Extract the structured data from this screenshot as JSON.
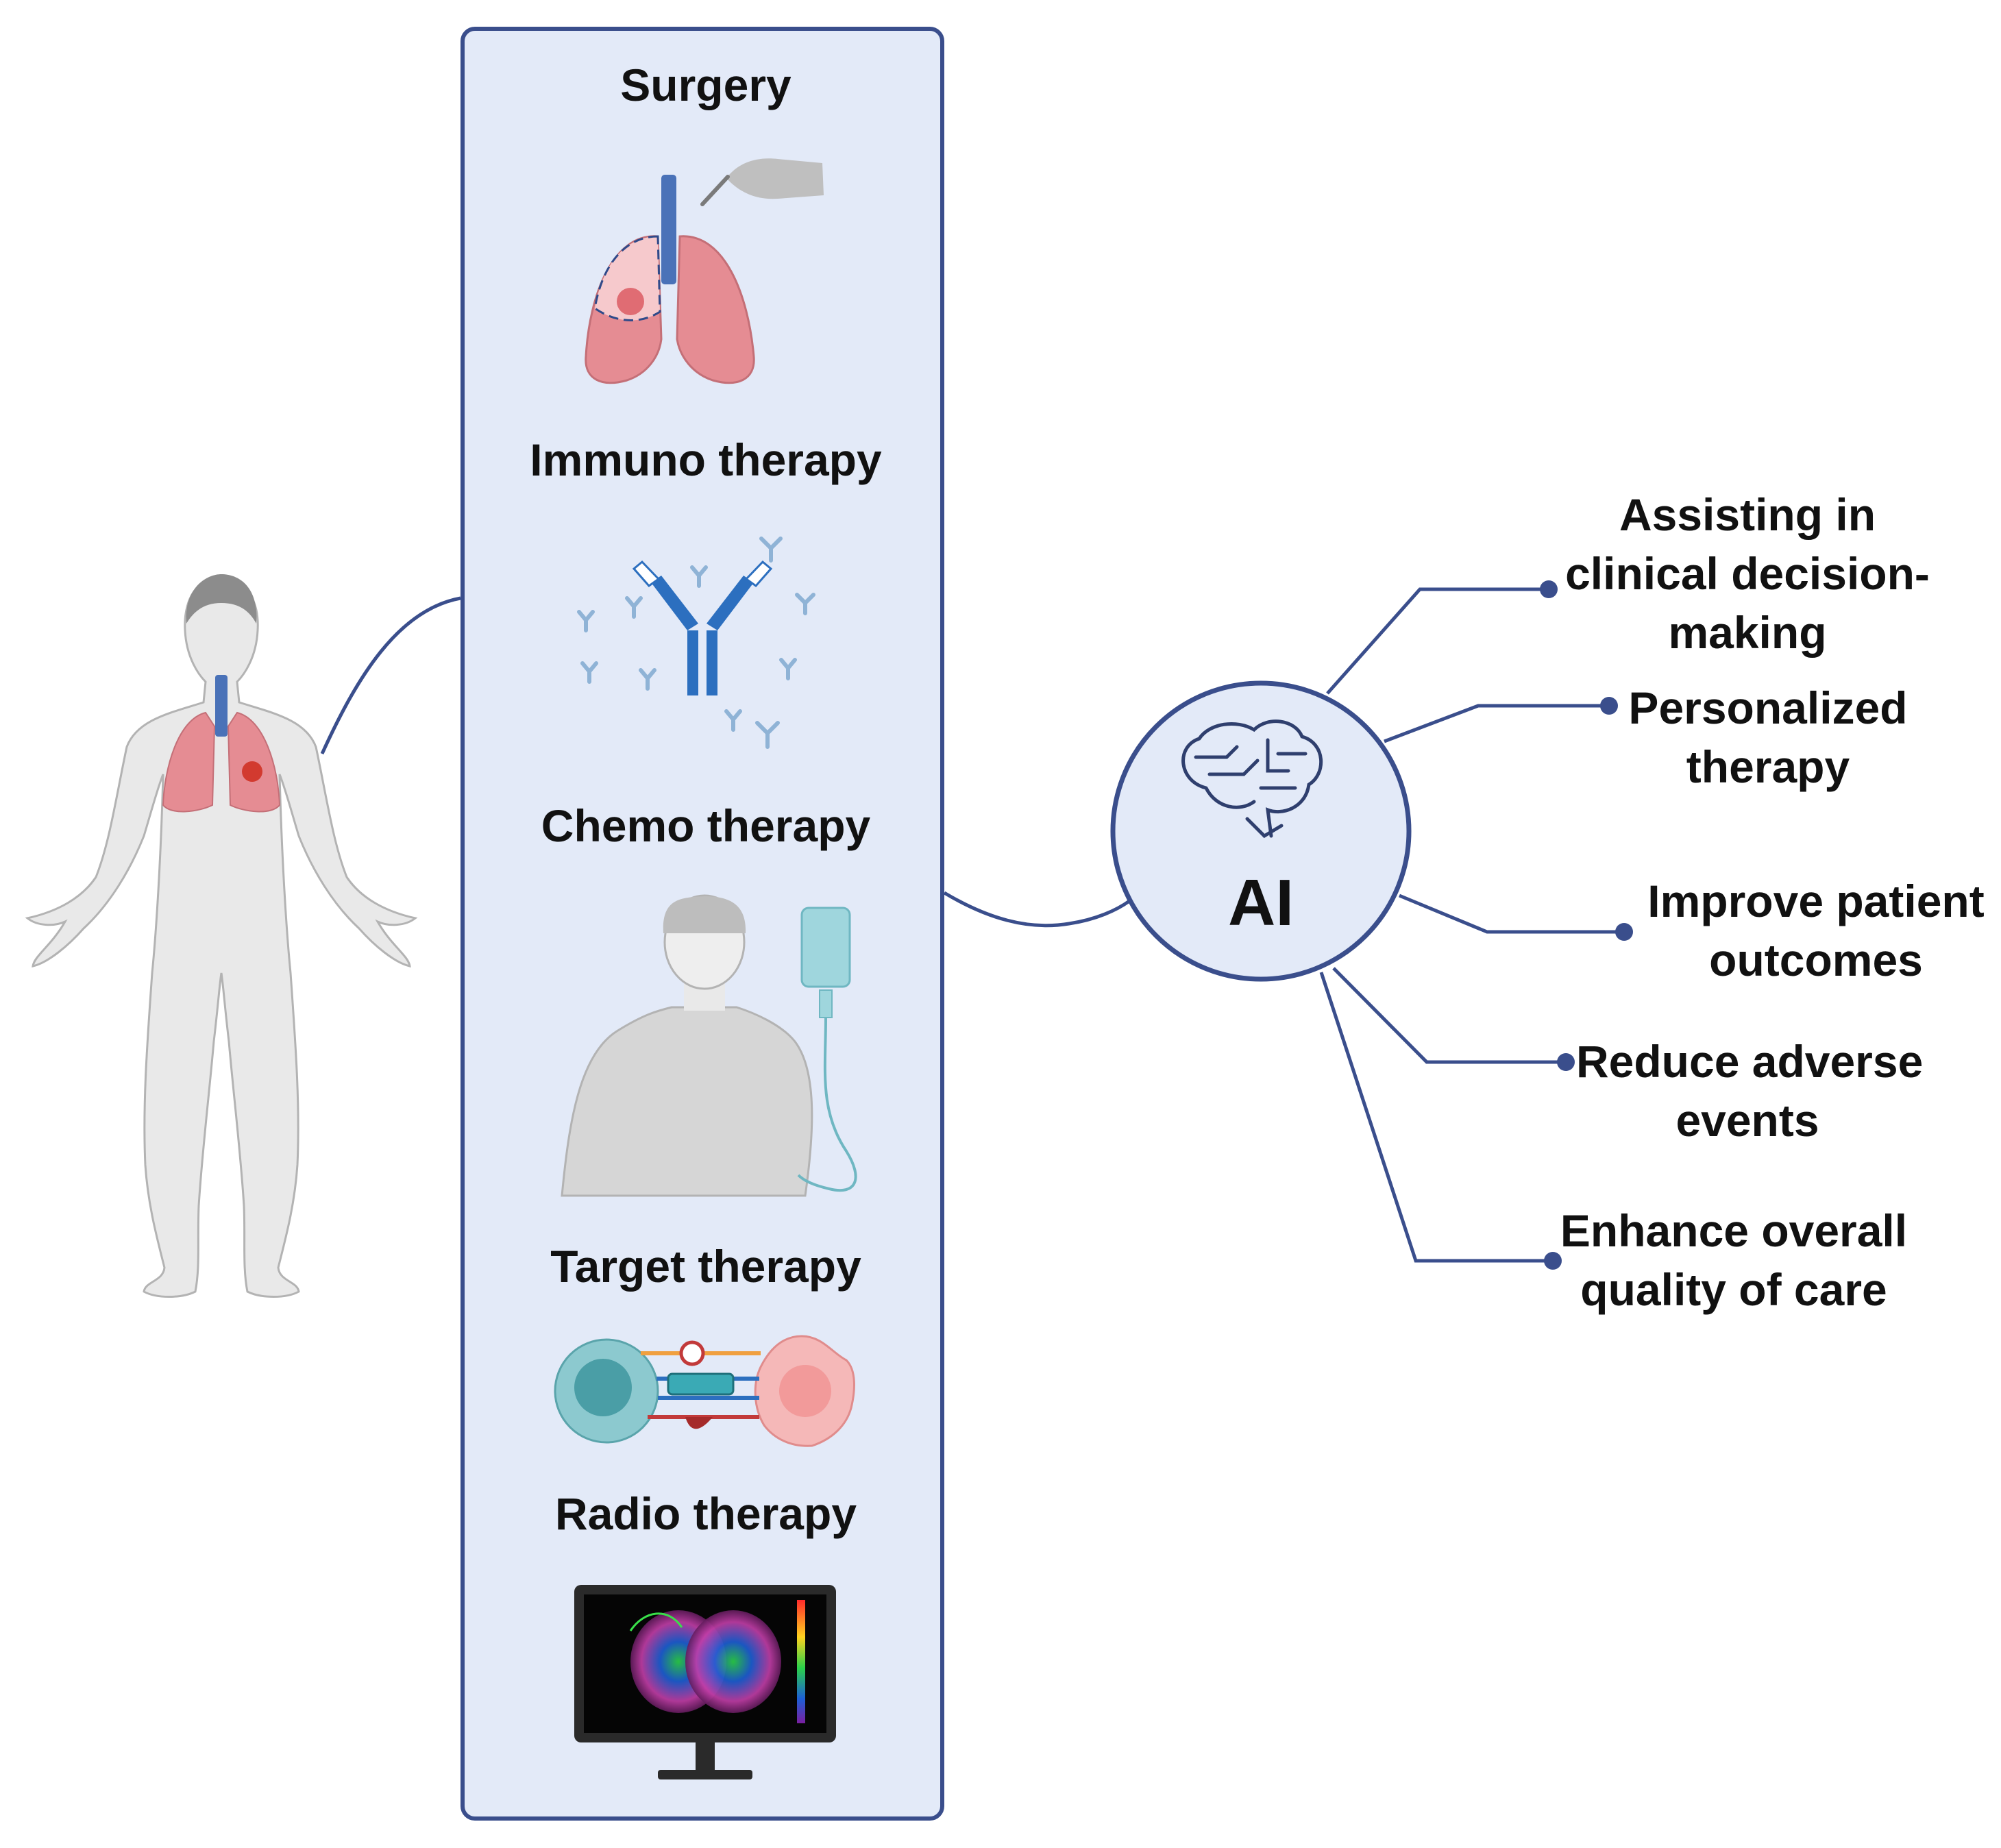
{
  "therapies": {
    "surgery": "Surgery",
    "immuno": "Immuno therapy",
    "chemo": "Chemo therapy",
    "target": "Target therapy",
    "radio": "Radio therapy"
  },
  "ai": {
    "label": "AI"
  },
  "benefits": [
    {
      "lines": [
        "Assisting in",
        "clinical decision-",
        "making"
      ]
    },
    {
      "lines": [
        "Personalized",
        "therapy"
      ]
    },
    {
      "lines": [
        "Improve patient",
        "outcomes"
      ]
    },
    {
      "lines": [
        "Reduce adverse",
        "events"
      ]
    },
    {
      "lines": [
        "Enhance overall",
        "quality of care"
      ]
    }
  ],
  "colors": {
    "accent": "#3a4e8c",
    "panel_fill": "#e3eaf8",
    "lung": "#e58c93",
    "trachea": "#4a72b8",
    "body": "#e9e9e9"
  },
  "icons": [
    "human-body-icon",
    "lung-surgery-icon",
    "antibody-icon",
    "chemo-patient-icon",
    "target-therapy-cells-icon",
    "ct-monitor-icon",
    "ai-brain-icon"
  ]
}
